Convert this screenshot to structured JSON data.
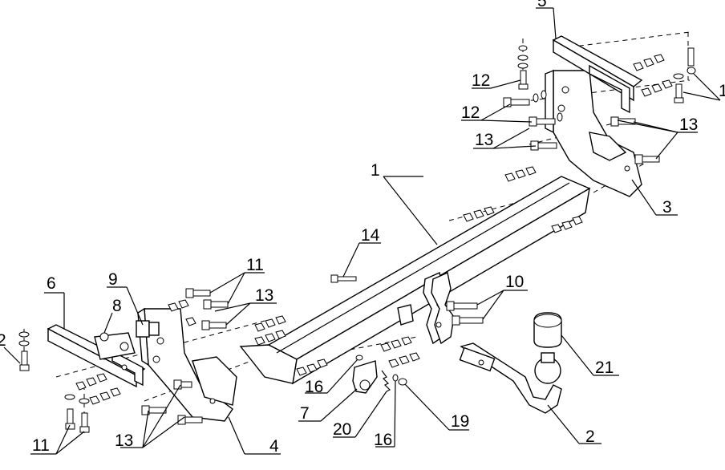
{
  "labels": {
    "l1": "1",
    "l2": "2",
    "l3": "3",
    "l4": "4",
    "l5": "5",
    "l6": "6",
    "l7": "7",
    "l8": "8",
    "l9": "9",
    "l10": "10",
    "l11a": "11",
    "l11b": "11",
    "l12a": "12",
    "l12b": "12",
    "l12c": "2",
    "l12d": "1",
    "l13a": "13",
    "l13b": "13",
    "l13c": "13",
    "l13d": "13",
    "l14": "14",
    "l16a": "16",
    "l16b": "16",
    "l19": "19",
    "l20": "20",
    "l21": "21"
  }
}
